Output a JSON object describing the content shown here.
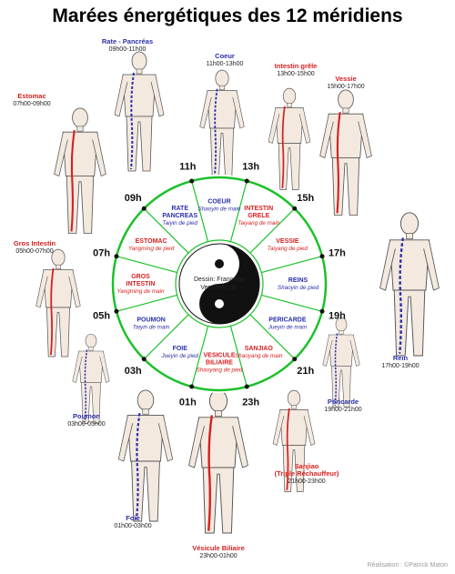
{
  "title": "Marées énergétiques des 12 méridiens",
  "credit": "Réalisation : ©Patrick Maton",
  "center": {
    "line1": "Dessin: Françoise",
    "line2": "Vermeton (B)"
  },
  "colors": {
    "ring": "#1cc12a",
    "yin": "#2b2fa8",
    "yang": "#d71f1f",
    "figure_skin": "#f3e9df"
  },
  "hours": [
    "11h",
    "13h",
    "15h",
    "17h",
    "19h",
    "21h",
    "23h",
    "01h",
    "03h",
    "05h",
    "07h",
    "09h"
  ],
  "segments": [
    {
      "name": "COEUR",
      "sub": "Shaoyin de main",
      "type": "yin"
    },
    {
      "name": "INTESTIN GRELE",
      "sub": "Taiyang de main",
      "type": "yang"
    },
    {
      "name": "VESSIE",
      "sub": "Taiyang de pied",
      "type": "yang"
    },
    {
      "name": "REINS",
      "sub": "Shaoyin de pied",
      "type": "yin"
    },
    {
      "name": "PERICARDE",
      "sub": "Jueyin de main",
      "type": "yin"
    },
    {
      "name": "SANJIAO",
      "sub": "Shaoyang de main",
      "type": "yang"
    },
    {
      "name": "VESICULE BILIAIRE",
      "sub": "Shaoyang de pied",
      "type": "yang"
    },
    {
      "name": "FOIE",
      "sub": "Jueyin de pied",
      "type": "yin"
    },
    {
      "name": "POUMON",
      "sub": "Taiyin de main",
      "type": "yin"
    },
    {
      "name": "GROS INTESTIN",
      "sub": "Yangming de main",
      "type": "yang"
    },
    {
      "name": "ESTOMAC",
      "sub": "Yangming de pied",
      "type": "yang"
    },
    {
      "name": "RATE PANCREAS",
      "sub": "Taiyin de pied",
      "type": "yin"
    }
  ],
  "figures": [
    {
      "name": "Rate - Pancréas",
      "time": "09h00-11h00",
      "type": "yin"
    },
    {
      "name": "Coeur",
      "time": "11h00-13h00",
      "type": "yin"
    },
    {
      "name": "Intestin grêle",
      "time": "13h00-15h00",
      "type": "yang"
    },
    {
      "name": "Vessie",
      "time": "15h00-17h00",
      "type": "yang"
    },
    {
      "name": "Estomac",
      "time": "07h00-09h00",
      "type": "yang"
    },
    {
      "name": "Gros Intestin",
      "time": "05h00-07h00",
      "type": "yang"
    },
    {
      "name": "Rein",
      "time": "17h00-19h00",
      "type": "yin"
    },
    {
      "name": "Péricarde",
      "time": "19h00-21h00",
      "type": "yin"
    },
    {
      "name": "Poumon",
      "time": "03h00-05h00",
      "type": "yin"
    },
    {
      "name": "Sanjiao",
      "name2": "(Triple Réchauffeur)",
      "time": "21h00-23h00",
      "type": "yang"
    },
    {
      "name": "Foie",
      "time": "01h00-03h00",
      "type": "yin"
    },
    {
      "name": "Vésicule Biliaire",
      "time": "23h00-01h00",
      "type": "yang"
    }
  ]
}
